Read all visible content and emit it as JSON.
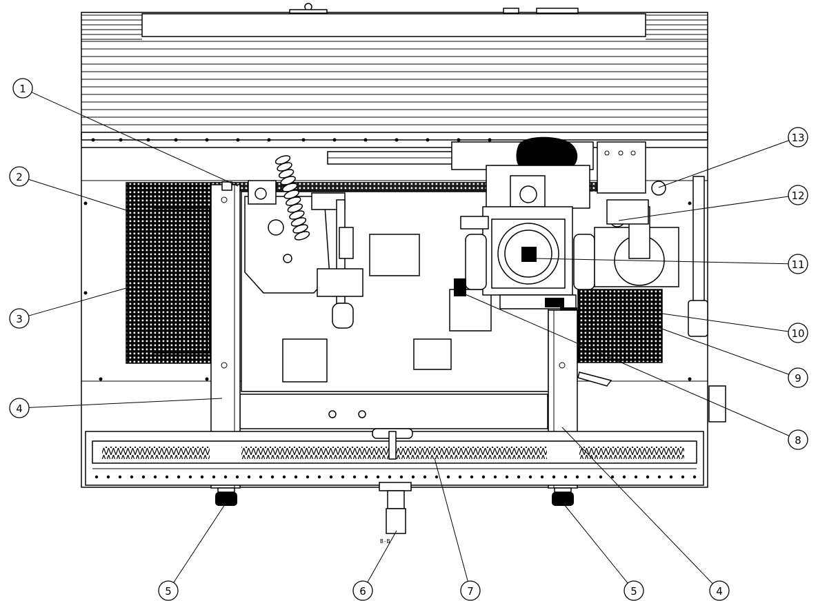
{
  "diagram": {
    "callouts": [
      {
        "id": "c1",
        "label": "1"
      },
      {
        "id": "c2",
        "label": "2"
      },
      {
        "id": "c3",
        "label": "3"
      },
      {
        "id": "c4a",
        "label": "4"
      },
      {
        "id": "c5a",
        "label": "5"
      },
      {
        "id": "c6",
        "label": "6"
      },
      {
        "id": "c7",
        "label": "7"
      },
      {
        "id": "c5b",
        "label": "5"
      },
      {
        "id": "c4b",
        "label": "4"
      },
      {
        "id": "c8",
        "label": "8"
      },
      {
        "id": "c9",
        "label": "9"
      },
      {
        "id": "c10",
        "label": "10"
      },
      {
        "id": "c11",
        "label": "11"
      },
      {
        "id": "c12",
        "label": "12"
      },
      {
        "id": "c13",
        "label": "13"
      }
    ],
    "small_text": "B-B"
  }
}
